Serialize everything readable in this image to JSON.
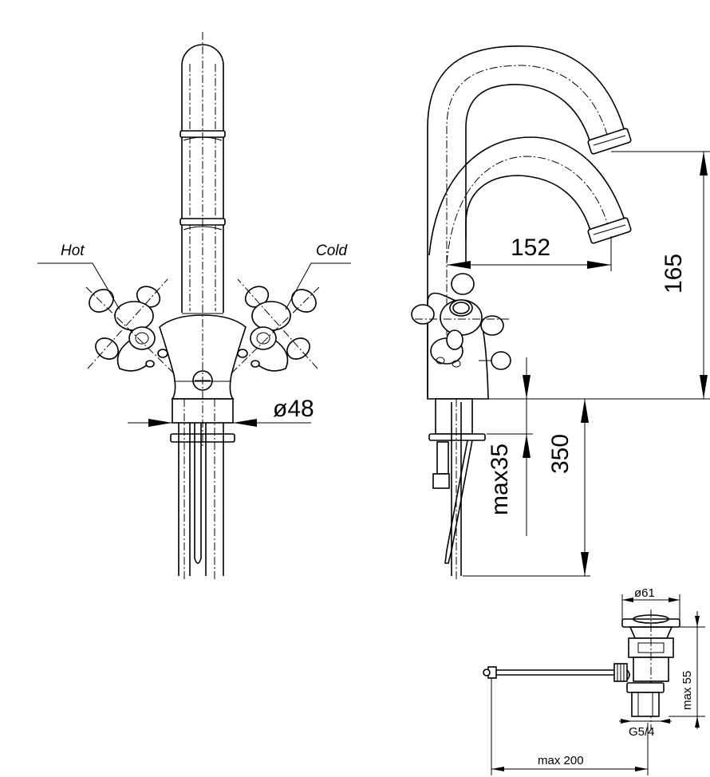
{
  "labels": {
    "hot": "Hot",
    "cold": "Cold"
  },
  "dimensions": {
    "body_diameter": "ø48",
    "spout_reach": "152",
    "spout_height": "165",
    "tap_height": "350",
    "max_deck_thickness": "max35",
    "waste_diameter": "ø61",
    "waste_height": "max 55",
    "waste_thread": "G5/4",
    "rod_length": "max 200"
  }
}
